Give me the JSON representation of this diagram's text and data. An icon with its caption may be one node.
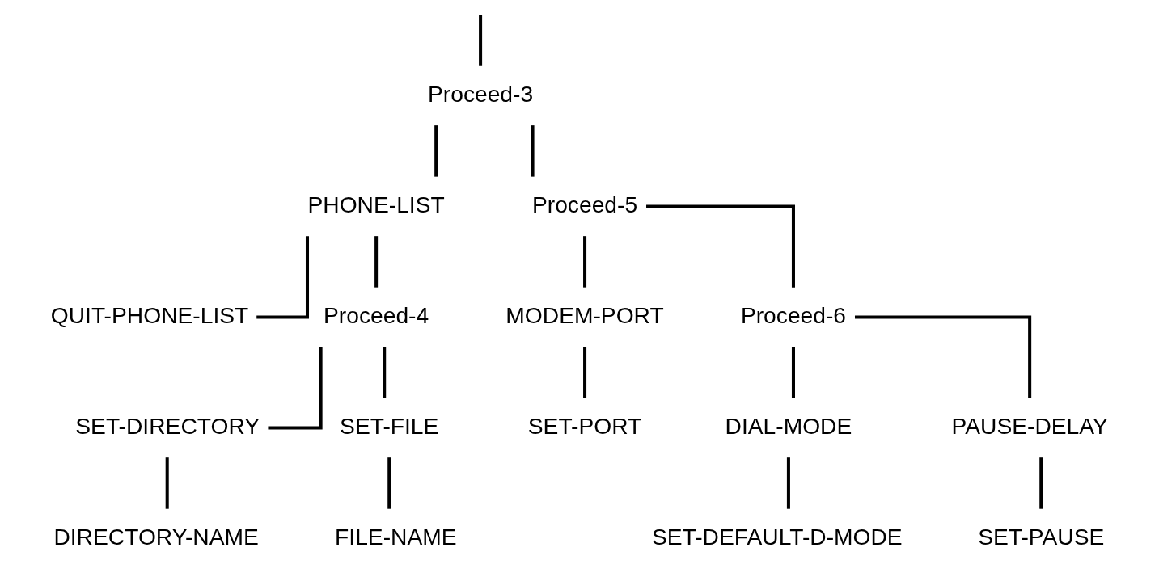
{
  "diagram": {
    "nodes": [
      {
        "text": [
          "Proceed-3"
        ]
      },
      {
        "text": [
          "PHONE-LIST"
        ]
      },
      {
        "text": [
          "QUIT-PHONE-LIST"
        ]
      },
      {
        "text": [
          "Proceed-4"
        ]
      },
      {
        "text": [
          "SET-DIRECTORY"
        ]
      },
      {
        "text": [
          "DIRECTORY-NAME"
        ]
      },
      {
        "text": [
          "SET-FILE"
        ]
      },
      {
        "text": [
          "FILE-NAME"
        ]
      },
      {
        "text": [
          "Proceed-5"
        ]
      },
      {
        "text": [
          "MODEM-PORT"
        ]
      },
      {
        "text": [
          "SET-PORT"
        ]
      },
      {
        "text": [
          "Proceed-6"
        ]
      },
      {
        "text": [
          "DIAL-MODE"
        ]
      },
      {
        "text": [
          "SET-DEFAULT-D-MODE"
        ]
      },
      {
        "text": [
          "PAUSE-DELAY"
        ]
      },
      {
        "text": [
          "SET-PAUSE"
        ]
      }
    ],
    "edges": [
      {
        "from": null,
        "to": 0,
        "arrow": "none"
      },
      {
        "from": 0,
        "to": 1,
        "arrow": "none"
      },
      {
        "from": 0,
        "to": 8,
        "arrow": "none"
      },
      {
        "from": 1,
        "to": 2,
        "arrow": "none"
      },
      {
        "from": 1,
        "to": 3,
        "arrow": "none"
      },
      {
        "from": 3,
        "to": 4,
        "arrow": "none"
      },
      {
        "from": 3,
        "to": 6,
        "arrow": "none"
      },
      {
        "from": 4,
        "to": 5,
        "arrow": "none"
      },
      {
        "from": 6,
        "to": 7,
        "arrow": "none"
      },
      {
        "from": 8,
        "to": 9,
        "arrow": "none"
      },
      {
        "from": 8,
        "to": 11,
        "arrow": "none"
      },
      {
        "from": 9,
        "to": 10,
        "arrow": "none"
      },
      {
        "from": 11,
        "to": 12,
        "arrow": "none"
      },
      {
        "from": 11,
        "to": 14,
        "arrow": "none"
      },
      {
        "from": 12,
        "to": 13,
        "arrow": "none"
      },
      {
        "from": 14,
        "to": 15,
        "arrow": "none"
      }
    ]
  }
}
